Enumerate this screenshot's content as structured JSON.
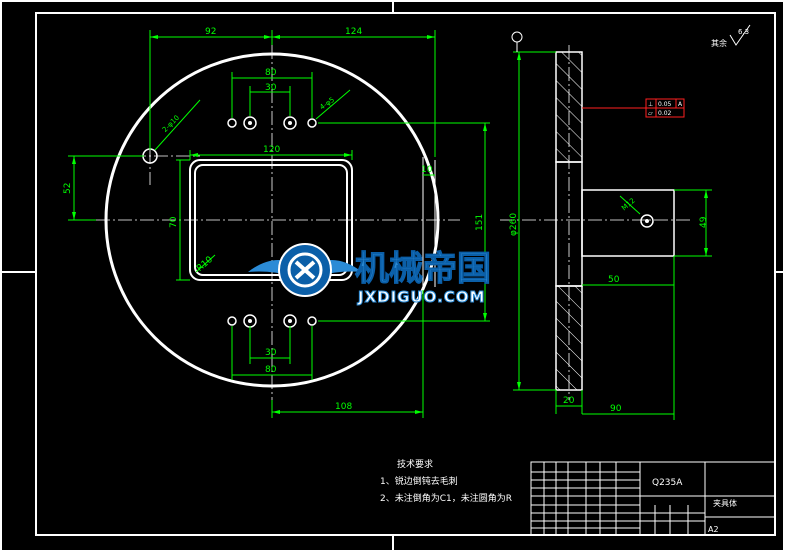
{
  "drawing": {
    "colors": {
      "background": "#000000",
      "outline": "#ffffff",
      "dimension": "#00ff00",
      "centerline": "#ffffff",
      "leader": "#ff2020",
      "watermark": "#2b8bd6",
      "watermark_dark": "#0b5fa8"
    },
    "top_view": {
      "dims": {
        "d92": "92",
        "d124": "124",
        "d80_top": "80",
        "d30_top": "30",
        "d120": "120",
        "d52": "52",
        "d10": "10",
        "d70": "70",
        "d151": "151",
        "d30_bot": "30",
        "d80_bot": "80",
        "d108": "108",
        "r10": "R10"
      },
      "hole_note_left": "2-φ10",
      "hole_note_right": "4-φ5"
    },
    "side_view": {
      "dims": {
        "phi260": "φ260",
        "d49": "49",
        "d50": "50",
        "d20": "20",
        "d90": "90",
        "m12": "M12"
      },
      "tolerance": {
        "row1_symbol": "⊥",
        "row1_value": "0.05",
        "row1_datum": "A",
        "row2_symbol": "▱",
        "row2_value": "0.02"
      }
    },
    "surface_finish": {
      "value": "6.3",
      "label": "其余"
    },
    "tech_requirements": {
      "title": "技术要求",
      "item1": "1、锐边倒钝去毛刺",
      "item2": "2、未注倒角为C1，未注圆角为R"
    },
    "title_block": {
      "material": "Q235A",
      "part_name": "夹具体",
      "sheet_size": "A2"
    },
    "watermark": {
      "cn": "机械帝国",
      "en": "JXDIGUO.COM"
    }
  }
}
